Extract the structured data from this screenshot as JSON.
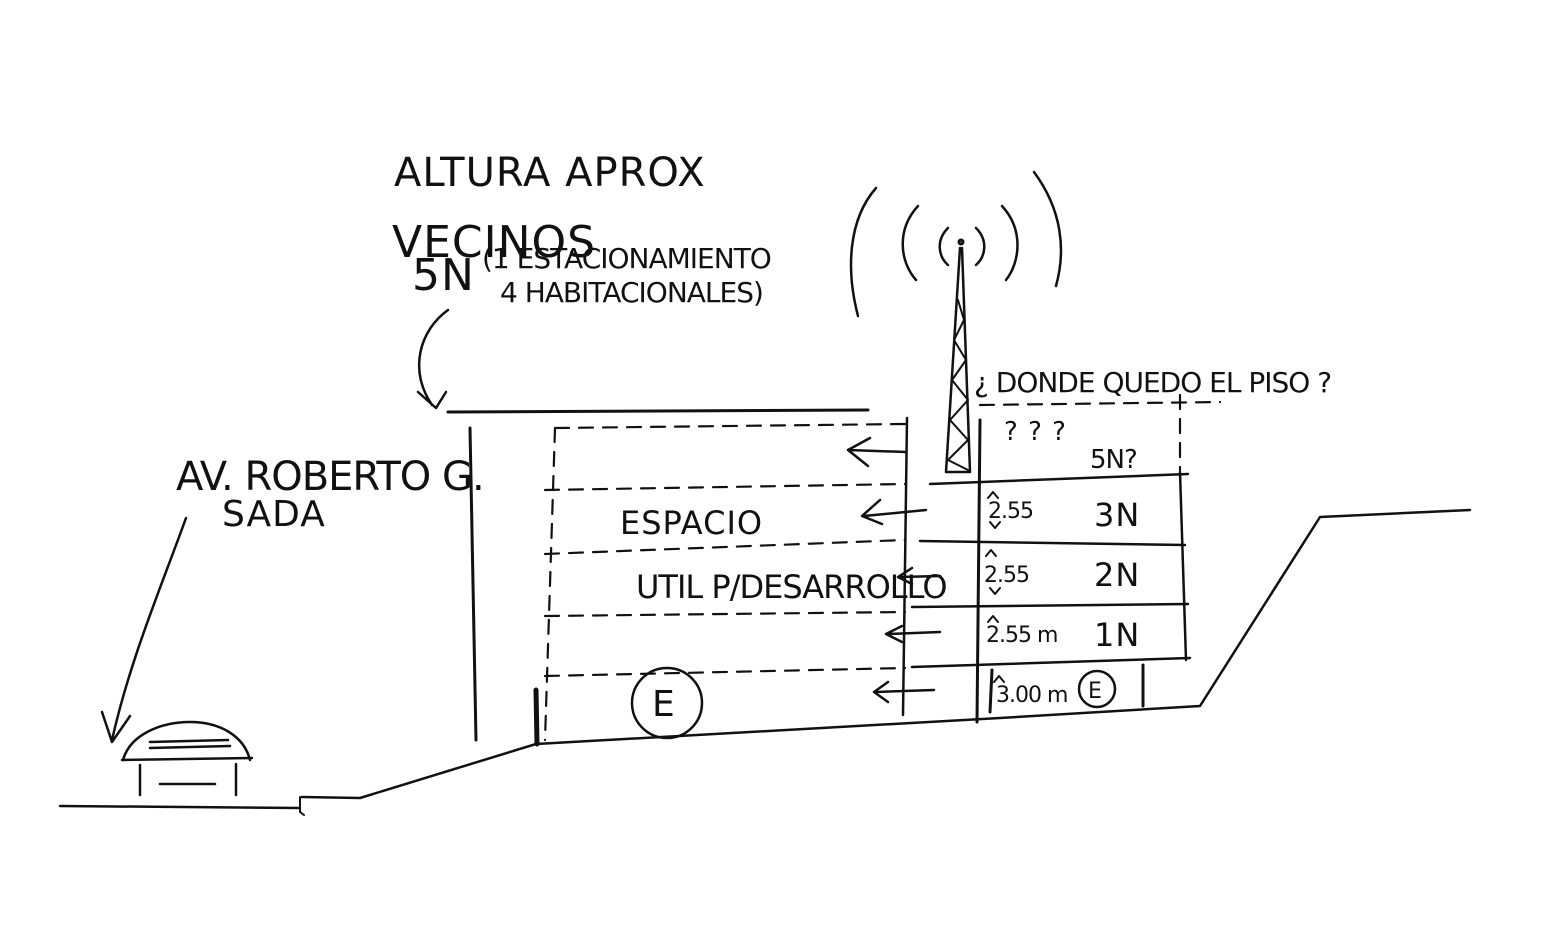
{
  "annotations": {
    "height_note": "ALTURA APROX",
    "neighbors_line1": "VECINOS",
    "neighbors_line2": "5N",
    "neighbors_detail1": "(1 ESTACIONAMIENTO",
    "neighbors_detail2": "4 HABITACIONALES)",
    "avenue_line1": "AV. ROBERTO G.",
    "avenue_line2": "SADA",
    "floor_question": "¿ DONDE QUEDO EL PISO ?",
    "space_line1": "ESPACIO",
    "space_line2": "UTIL P/DESARROLLO",
    "parking_symbol": "E"
  },
  "levels": [
    {
      "id": "level-top",
      "label": "5N?",
      "height": "? ? ?"
    },
    {
      "id": "level-3n",
      "label": "3N",
      "height": "2.55"
    },
    {
      "id": "level-2n",
      "label": "2N",
      "height": "2.55"
    },
    {
      "id": "level-1n",
      "label": "1N",
      "height": "2.55 m"
    },
    {
      "id": "level-e",
      "label": "E",
      "height": "3.00 m"
    }
  ],
  "colors": {
    "ink": "#111111",
    "paper": "#ffffff"
  }
}
